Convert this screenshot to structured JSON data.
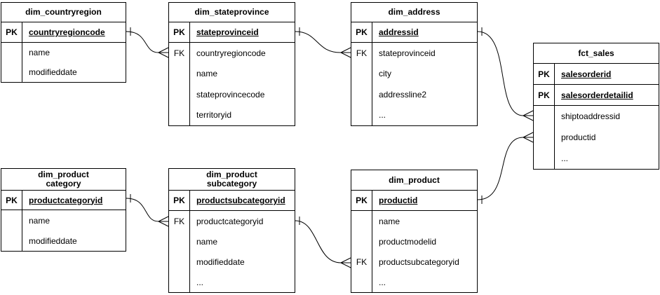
{
  "diagram": {
    "colors": {
      "line": "#000000",
      "background": "#ffffff",
      "text": "#000000"
    },
    "key_labels": {
      "primary": "PK",
      "foreign": "FK"
    },
    "tables": [
      {
        "name": "dim_countryregion",
        "title_lines": [
          "dim_countryregion"
        ],
        "rows": [
          {
            "key": "PK",
            "name": "countryregioncode"
          },
          {
            "key": "",
            "name": "name"
          },
          {
            "key": "",
            "name": "modifieddate"
          }
        ]
      },
      {
        "name": "dim_stateprovince",
        "title_lines": [
          "dim_stateprovince"
        ],
        "rows": [
          {
            "key": "PK",
            "name": "stateprovinceid"
          },
          {
            "key": "FK",
            "name": "countryregioncode"
          },
          {
            "key": "",
            "name": "name"
          },
          {
            "key": "",
            "name": "stateprovincecode"
          },
          {
            "key": "",
            "name": "territoryid"
          }
        ]
      },
      {
        "name": "dim_address",
        "title_lines": [
          "dim_address"
        ],
        "rows": [
          {
            "key": "PK",
            "name": "addressid"
          },
          {
            "key": "FK",
            "name": "stateprovinceid"
          },
          {
            "key": "",
            "name": "city"
          },
          {
            "key": "",
            "name": "addressline2"
          },
          {
            "key": "",
            "name": "..."
          }
        ]
      },
      {
        "name": "fct_sales",
        "title_lines": [
          "fct_sales"
        ],
        "rows": [
          {
            "key": "PK",
            "name": "salesorderid"
          },
          {
            "key": "PK",
            "name": "salesorderdetailid"
          },
          {
            "key": "",
            "name": "shiptoaddressid"
          },
          {
            "key": "",
            "name": "productid"
          },
          {
            "key": "",
            "name": "..."
          }
        ]
      },
      {
        "name": "dim_product category",
        "title_lines": [
          "dim_product",
          "category"
        ],
        "rows": [
          {
            "key": "PK",
            "name": "productcategoryid"
          },
          {
            "key": "",
            "name": "name"
          },
          {
            "key": "",
            "name": "modifieddate"
          }
        ]
      },
      {
        "name": "dim_product subcategory",
        "title_lines": [
          "dim_product",
          "subcategory"
        ],
        "rows": [
          {
            "key": "PK",
            "name": "productsubcategoryid"
          },
          {
            "key": "FK",
            "name": "productcategoryid"
          },
          {
            "key": "",
            "name": "name"
          },
          {
            "key": "",
            "name": "modifieddate"
          },
          {
            "key": "",
            "name": "..."
          }
        ]
      },
      {
        "name": "dim_product",
        "title_lines": [
          "dim_product"
        ],
        "rows": [
          {
            "key": "PK",
            "name": "productid"
          },
          {
            "key": "",
            "name": "name"
          },
          {
            "key": "",
            "name": "productmodelid"
          },
          {
            "key": "FK",
            "name": "productsubcategoryid"
          },
          {
            "key": "",
            "name": "..."
          }
        ]
      }
    ],
    "relationships": [
      {
        "from_table": "dim_countryregion",
        "from_column": "countryregioncode",
        "to_table": "dim_stateprovince",
        "to_column": "countryregioncode",
        "cardinality": "one-to-many",
        "notation": "crows-foot"
      },
      {
        "from_table": "dim_stateprovince",
        "from_column": "stateprovinceid",
        "to_table": "dim_address",
        "to_column": "stateprovinceid",
        "cardinality": "one-to-many",
        "notation": "crows-foot"
      },
      {
        "from_table": "dim_address",
        "from_column": "addressid",
        "to_table": "fct_sales",
        "to_column": "shiptoaddressid",
        "cardinality": "one-to-many",
        "notation": "crows-foot"
      },
      {
        "from_table": "dim_product",
        "from_column": "productid",
        "to_table": "fct_sales",
        "to_column": "productid",
        "cardinality": "one-to-many",
        "notation": "crows-foot"
      },
      {
        "from_table": "dim_product category",
        "from_column": "productcategoryid",
        "to_table": "dim_product subcategory",
        "to_column": "productcategoryid",
        "cardinality": "one-to-many",
        "notation": "crows-foot"
      },
      {
        "from_table": "dim_product subcategory",
        "from_column": "productsubcategoryid",
        "to_table": "dim_product",
        "to_column": "productsubcategoryid",
        "cardinality": "one-to-many",
        "notation": "crows-foot"
      }
    ]
  }
}
